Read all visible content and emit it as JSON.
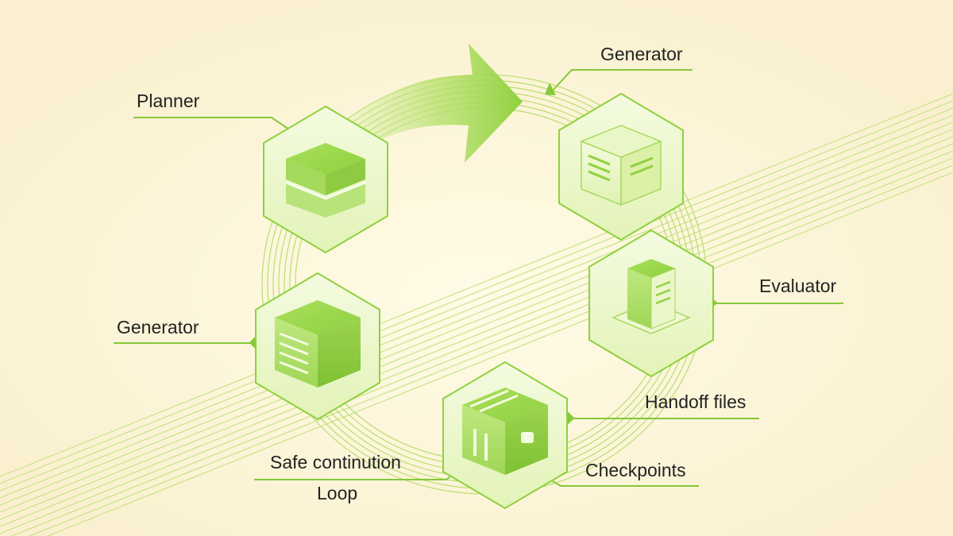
{
  "colors": {
    "background": "#faf0cf",
    "accent": "#8fd13f",
    "accent_dark": "#7bbf2e",
    "accent_light": "#c9ec8f",
    "hex_fill": "#eff8d2",
    "leader_line": "#86c83a",
    "text": "#222222"
  },
  "labels": {
    "planner": "Planner",
    "generator_top": "Generator",
    "generator_left": "Generator",
    "evaluator": "Evaluator",
    "handoff_files": "Handoff files",
    "checkpoints": "Checkpoints",
    "safe_continuation": "Safe continution",
    "loop": "Loop"
  },
  "nodes": [
    {
      "id": "planner",
      "icon": "planner-block-icon"
    },
    {
      "id": "generator-top",
      "icon": "document-cube-icon"
    },
    {
      "id": "evaluator",
      "icon": "server-tower-icon"
    },
    {
      "id": "handoff-checkpoints",
      "icon": "archive-cube-icon"
    },
    {
      "id": "generator-left",
      "icon": "stack-cube-icon"
    }
  ]
}
